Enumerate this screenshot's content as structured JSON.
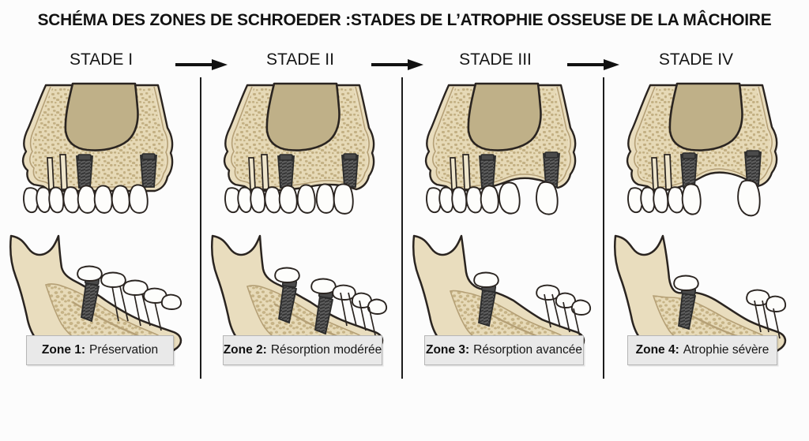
{
  "title": "SCHÉMA DES ZONES DE SCHROEDER :STADES DE L’ATROPHIE OSSEUSE DE LA MÂCHOIRE",
  "stages": [
    {
      "label": "STADE I"
    },
    {
      "label": "STADE II"
    },
    {
      "label": "STADE III"
    },
    {
      "label": "STADE IV"
    }
  ],
  "arrows": [
    {
      "name": "arrow-stage1-to-stage2"
    },
    {
      "name": "arrow-stage2-to-stage3"
    },
    {
      "name": "arrow-stage3-to-stage4"
    }
  ],
  "legend": [
    {
      "zone": "Zone 1:",
      "desc": "Préservation"
    },
    {
      "zone": "Zone 2:",
      "desc": "Résorption modérée"
    },
    {
      "zone": "Zone 3:",
      "desc": "Résorption avancée"
    },
    {
      "zone": "Zone 4:",
      "desc": "Atrophie sévère"
    }
  ],
  "figures": [
    {
      "maxilla": "maxilla-stage-1-diagram",
      "mandible": "mandible-stage-1-diagram"
    },
    {
      "maxilla": "maxilla-stage-2-diagram",
      "mandible": "mandible-stage-2-diagram"
    },
    {
      "maxilla": "maxilla-stage-3-diagram",
      "mandible": "mandible-stage-3-diagram"
    },
    {
      "maxilla": "maxilla-stage-4-diagram",
      "mandible": "mandible-stage-4-diagram"
    }
  ],
  "colors": {
    "background": "#fcfcfc",
    "cortical_bone": "#e9ddbe",
    "trabecular_bone": "#e3d6b4",
    "trabecular_speckle": "#c6b386",
    "sinus_cavity": "#bfb088",
    "tooth_enamel": "#fdfdfb",
    "implant_metal": "#545454",
    "implant_metal_dark": "#3c3c3c",
    "outline": "#2a2420",
    "text": "#121212",
    "legend_fill": "#e9e9e9",
    "legend_border": "#b6b6b6"
  }
}
